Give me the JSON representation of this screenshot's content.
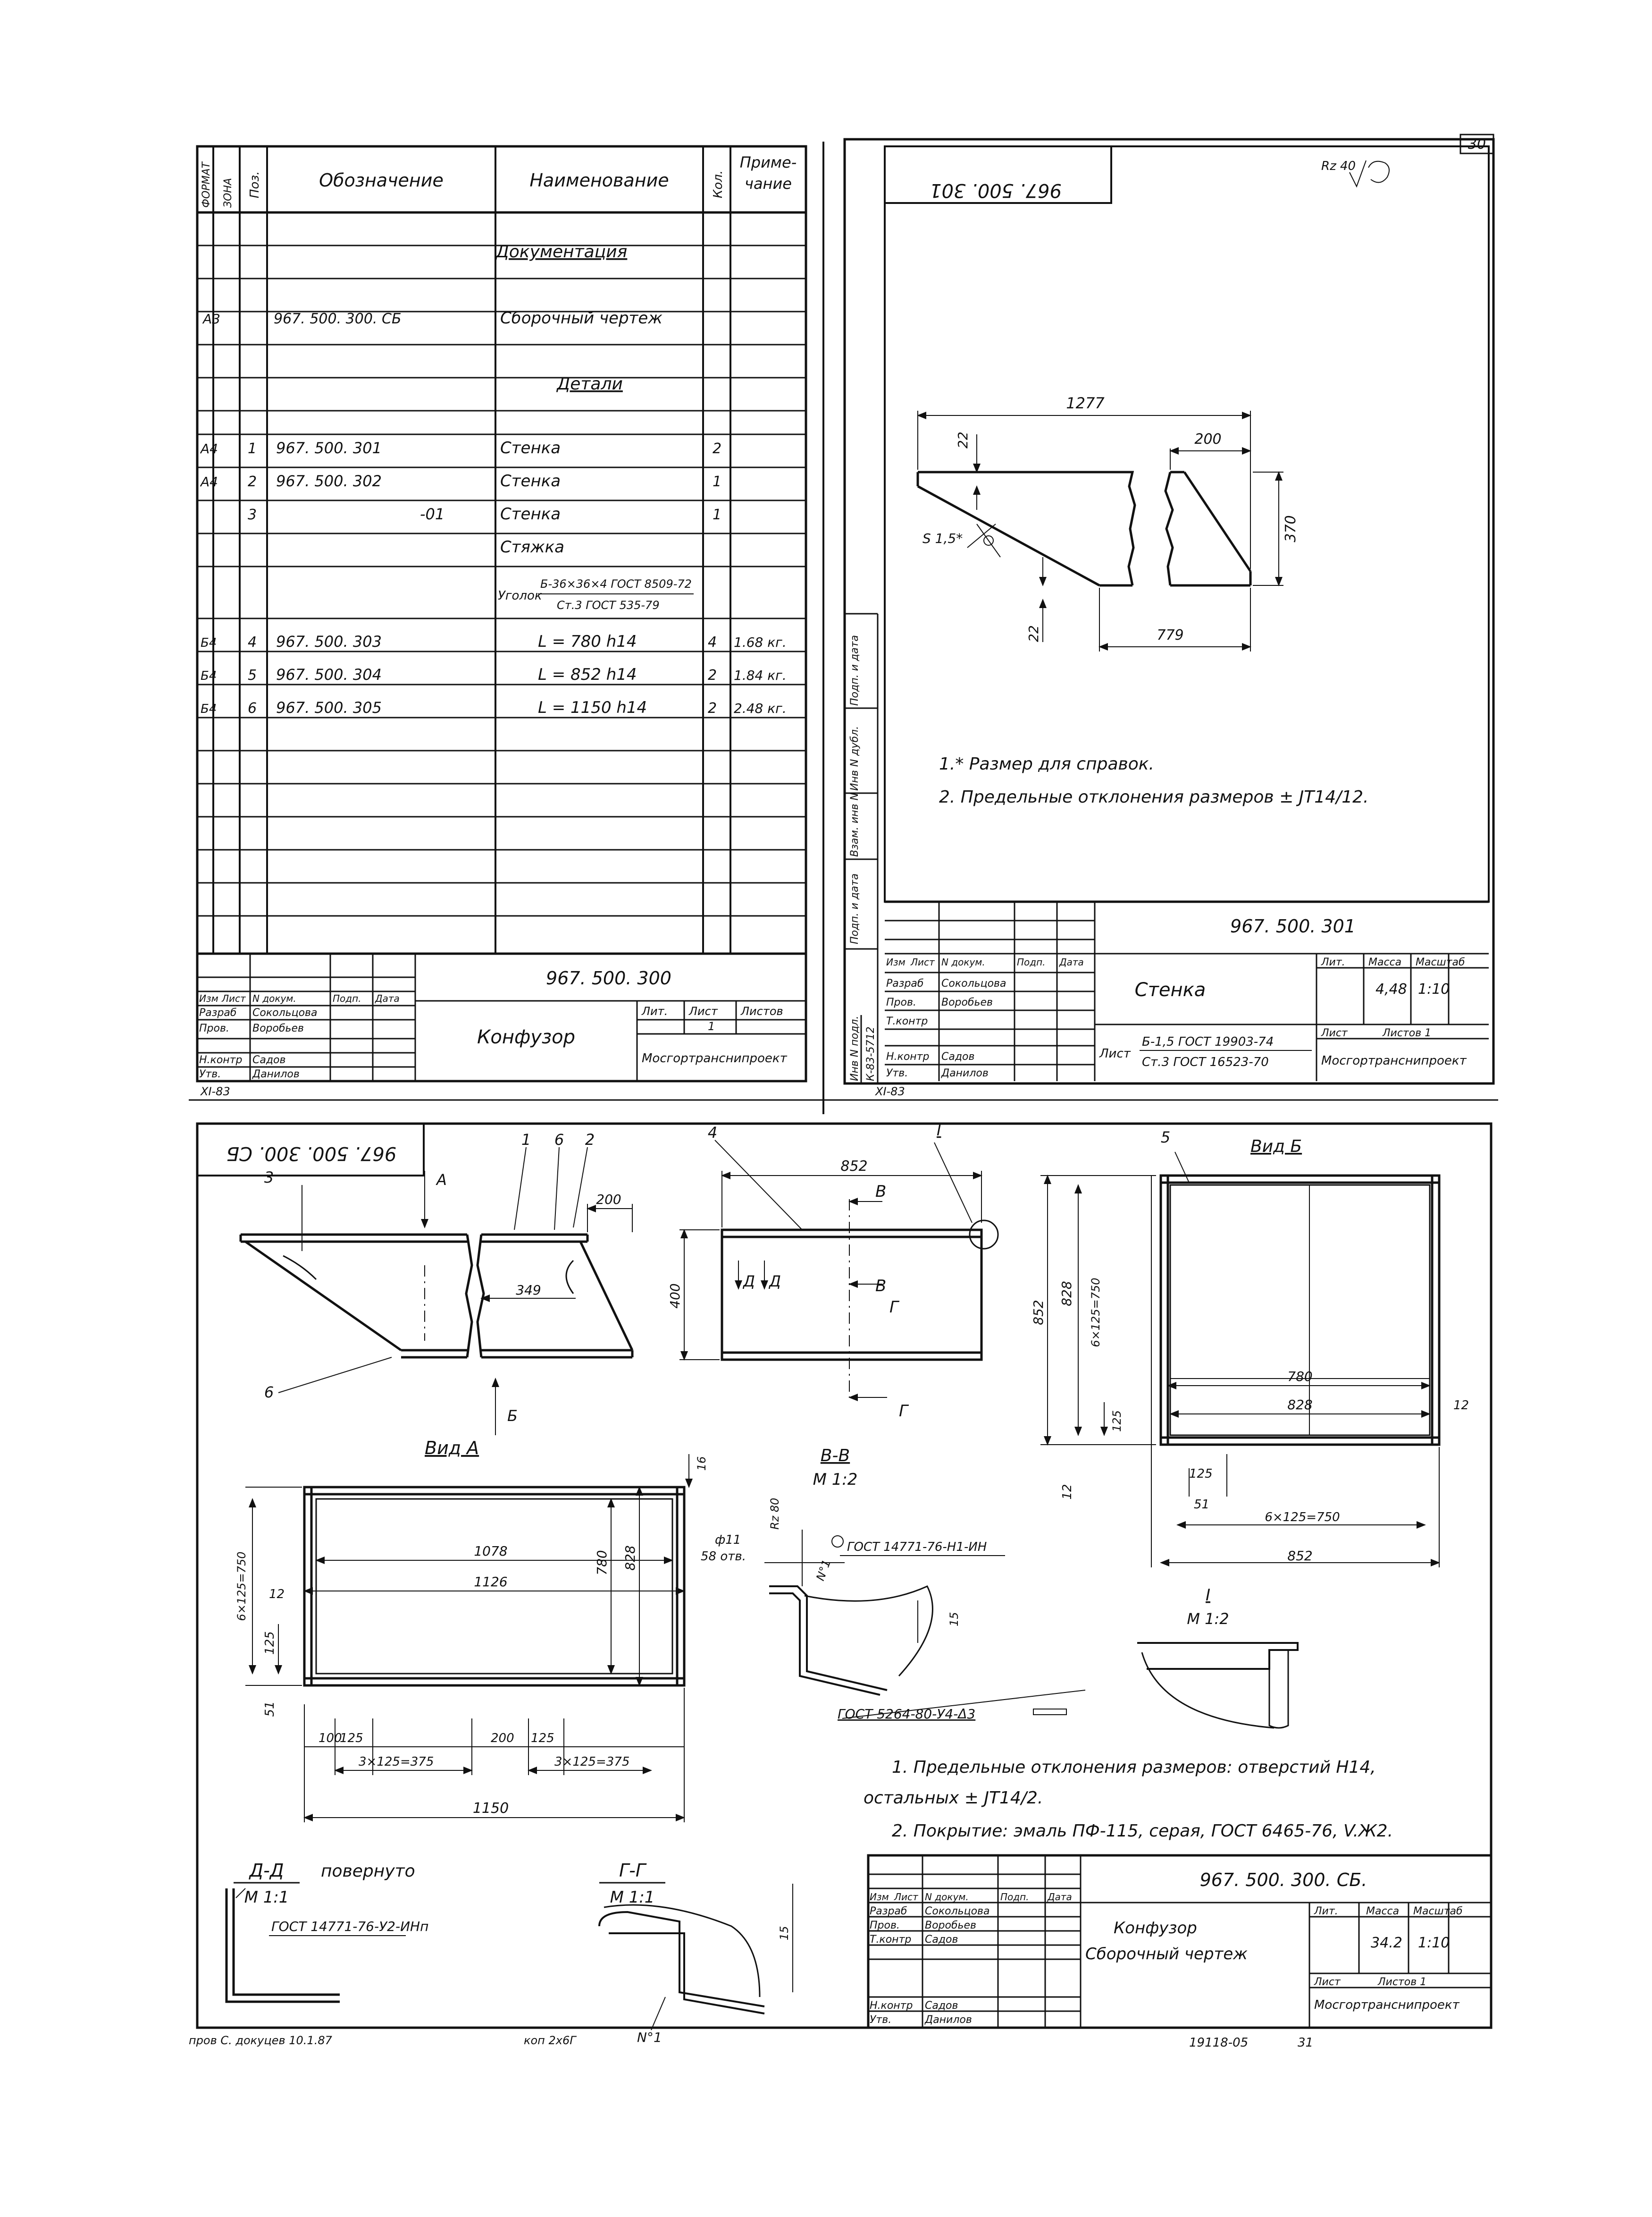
{
  "page_number": "30",
  "spec": {
    "headers": [
      "ФОРМАТ",
      "ЗОНА",
      "Поз.",
      "Обозначение",
      "Наименование",
      "Кол.",
      "Приме-",
      "чание"
    ],
    "section_documentation": "Документация",
    "row_doc": {
      "format": "А3",
      "designation": "967. 500. 300. СБ",
      "name": "Сборочный чертеж"
    },
    "section_parts": "Детали",
    "rows": [
      {
        "format": "А4",
        "pos": "1",
        "designation": "967. 500. 301",
        "name": "Стенка",
        "qty": "2",
        "note": ""
      },
      {
        "format": "А4",
        "pos": "2",
        "designation": "967. 500. 302",
        "name": "Стенка",
        "qty": "1",
        "note": ""
      },
      {
        "format": "",
        "pos": "3",
        "designation": "-01",
        "name": "Стенка",
        "qty": "1",
        "note": ""
      },
      {
        "format": "",
        "pos": "",
        "designation": "",
        "name": "Стяжка",
        "qty": "",
        "note": ""
      }
    ],
    "angle_label": "Уголок",
    "angle_top": "Б-36×36×4 ГОСТ 8509-72",
    "angle_bottom": "Ст.3 ГОСТ 535-79",
    "rows2": [
      {
        "format": "Б4",
        "pos": "4",
        "designation": "967. 500. 303",
        "name": "L = 780 h14",
        "qty": "4",
        "note": "1.68 кг."
      },
      {
        "format": "Б4",
        "pos": "5",
        "designation": "967. 500. 304",
        "name": "L = 852 h14",
        "qty": "2",
        "note": "1.84 кг."
      },
      {
        "format": "Б4",
        "pos": "6",
        "designation": "967. 500. 305",
        "name": "L = 1150 h14",
        "qty": "2",
        "note": "2.48 кг."
      }
    ],
    "title_block": {
      "designation": "967. 500. 300",
      "name": "Конфузор",
      "org": "Мосгортранснипроект",
      "lit_header": "Лит.",
      "sheet_header": "Лист",
      "sheets_header": "Листов",
      "sheet_value": "1",
      "cols": [
        "Изм",
        "Лист",
        "N докум.",
        "Подп.",
        "Дата"
      ],
      "people": [
        {
          "role": "Разраб",
          "name": "Сокольцова"
        },
        {
          "role": "Пров.",
          "name": "Воробьев"
        },
        {
          "role": "Н.контр",
          "name": "Садов"
        },
        {
          "role": "Утв.",
          "name": "Данилов"
        }
      ],
      "date_code": "XI-83"
    }
  },
  "part301": {
    "stamp": "967. 500. 301",
    "roughness": "Rz 40",
    "dims": {
      "length": "1277",
      "top": "200",
      "height": "370",
      "bottom": "779",
      "h1": "22",
      "h2": "22",
      "s": "S 1,5*"
    },
    "notes": [
      "1.* Размер для справок.",
      "2. Предельные отклонения размеров ± JT14/12."
    ],
    "side_labels": [
      "Инв N подл.",
      "Подп. и дата",
      "Взам. инв N",
      "Инв N дубл.",
      "Подп. и дата"
    ],
    "inv_no": "К-83-5712",
    "title_block": {
      "designation": "967. 500. 301",
      "name": "Стенка",
      "material_label": "Лист",
      "material_top": "Б-1,5 ГОСТ 19903-74",
      "material_bottom": "Ст.3 ГОСТ 16523-70",
      "lit_header": "Лит.",
      "mass_header": "Масса",
      "scale_header": "Масштаб",
      "mass": "4,48",
      "scale": "1:10",
      "sheet_header": "Лист",
      "sheets_header": "Листов 1",
      "org": "Мосгортранснипроект",
      "cols": [
        "Изм",
        "Лист",
        "N докум.",
        "Подп.",
        "Дата"
      ],
      "people": [
        {
          "role": "Разраб",
          "name": "Сокольцова"
        },
        {
          "role": "Пров.",
          "name": "Воробьев"
        },
        {
          "role": "Т.контр",
          "name": ""
        },
        {
          "role": "Н.контр",
          "name": "Садов"
        },
        {
          "role": "Утв.",
          "name": "Данилов"
        }
      ],
      "date_code": "XI-83"
    }
  },
  "assembly": {
    "stamp": "967. 500. 300. СБ",
    "section_labels": {
      "a": "А",
      "b": "Б",
      "v": "В",
      "g": "Г",
      "d": "Д",
      "one": "I"
    },
    "callouts": [
      "1",
      "6",
      "2",
      "3",
      "6",
      "4",
      "5"
    ],
    "dims_side": {
      "w200": "200",
      "w349": "349"
    },
    "dims_front": {
      "w852": "852",
      "h400": "400"
    },
    "view_b": {
      "title": "Вид Б",
      "dims": {
        "inner": "780",
        "mid": "828",
        "outer": "852",
        "pitch": "6×125=750",
        "p125": "125",
        "p51": "51",
        "h828": "828",
        "h852": "852",
        "v750": "6×125=750",
        "e12": "12",
        "e12b": "12",
        "e125": "125"
      }
    },
    "view_a": {
      "title": "Вид А",
      "dims": {
        "inner": "1078",
        "outer": "1126",
        "total": "1150",
        "h780": "780",
        "h828": "828",
        "pitch_v": "6×125=750",
        "e12": "12",
        "e125": "125",
        "e51": "51",
        "e16": "16",
        "b100": "100",
        "b125": "125",
        "b375a": "3×125=375",
        "b200": "200",
        "b125b": "125",
        "b375b": "3×125=375"
      }
    },
    "section_vv": {
      "title": "В-В",
      "scale": "М 1:2",
      "hole": "ф11",
      "holes": "58 отв.",
      "rz": "Rz 80",
      "bolt": "ГОСТ 14771-76-Н1-ИН",
      "no1": "N°1",
      "d15": "15",
      "weld": "ГОСТ 5264-80-У4-Δ3"
    },
    "detail_1": {
      "title": "I",
      "scale": "М 1:2"
    },
    "section_dd": {
      "title": "Д-Д",
      "suffix": "повернуто",
      "scale": "М 1:1",
      "std": "ГОСТ 14771-76-У2-ИНп"
    },
    "section_gg": {
      "title": "Г-Г",
      "scale": "М 1:1",
      "d15": "15",
      "no1": "N°1"
    },
    "notes": [
      "1. Предельные отклонения размеров: отверстий Н14,",
      "остальных ± JT14/2.",
      "2. Покрытие: эмаль ПФ-115, серая, ГОСТ 6465-76, V.Ж2."
    ],
    "title_block": {
      "designation": "967. 500. 300. СБ.",
      "name_line1": "Конфузор",
      "name_line2": "Сборочный чертеж",
      "lit_header": "Лит.",
      "mass_header": "Масса",
      "scale_header": "Масштаб",
      "mass": "34.2",
      "scale": "1:10",
      "sheet_header": "Лист",
      "sheets_header": "Листов 1",
      "org": "Мосгортранснипроект",
      "cols": [
        "Изм",
        "Лист",
        "N докум.",
        "Подп.",
        "Дата"
      ],
      "people": [
        {
          "role": "Разраб",
          "name": "Сокольцова"
        },
        {
          "role": "Пров.",
          "name": "Воробьев"
        },
        {
          "role": "Т.контр",
          "name": "Садов"
        },
        {
          "role": "Н.контр",
          "name": "Садов"
        },
        {
          "role": "Утв.",
          "name": "Данилов"
        }
      ]
    }
  },
  "footer": {
    "left": "пров С. докуцев 10.1.87",
    "mid": "коп 2х6Г",
    "code": "19118-05",
    "sheet": "31"
  }
}
